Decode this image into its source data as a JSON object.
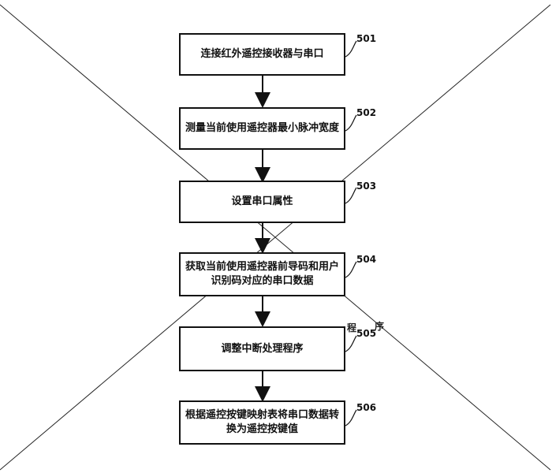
{
  "steps": [
    {
      "id": "501",
      "text": "连接红外遥控接收器与串口"
    },
    {
      "id": "502",
      "text": "测量当前使用遥控器最小脉冲宽度"
    },
    {
      "id": "503",
      "text": "设置串口属性"
    },
    {
      "id": "504",
      "text": "获取当前使用遥控器前导码和用户识别码对应的串口数据"
    },
    {
      "id": "505",
      "text": "调整中断处理程序"
    },
    {
      "id": "506",
      "text": "根据遥控按键映射表将串口数据转换为遥控按键值"
    }
  ],
  "stray_text": {
    "left": "程",
    "right": "序"
  },
  "colors": {
    "line": "#111111",
    "cross": "#222222"
  }
}
